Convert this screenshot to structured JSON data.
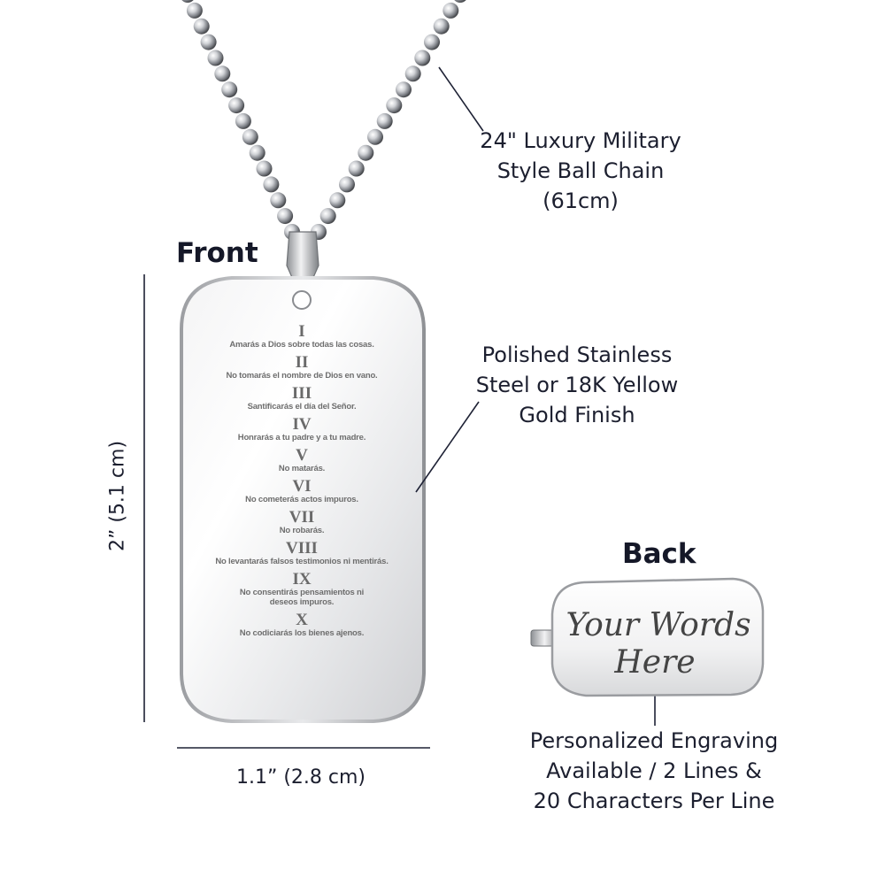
{
  "headings": {
    "front": "Front",
    "back": "Back"
  },
  "callouts": {
    "chain": [
      "24\" Luxury Military",
      "Style Ball Chain",
      "(61cm)"
    ],
    "finish": [
      "Polished Stainless",
      "Steel or 18K Yellow",
      "Gold Finish"
    ],
    "engraving": [
      "Personalized Engraving",
      "Available / 2 Lines &",
      "20 Characters Per Line"
    ]
  },
  "dimensions": {
    "height": "2” (5.1 cm)",
    "width": "1.1” (2.8 cm)"
  },
  "commandments": [
    {
      "numeral": "I",
      "text": [
        "Amarás a Dios sobre todas las cosas."
      ]
    },
    {
      "numeral": "II",
      "text": [
        "No tomarás el nombre de Dios en vano."
      ]
    },
    {
      "numeral": "III",
      "text": [
        "Santificarás el día del Señor."
      ]
    },
    {
      "numeral": "IV",
      "text": [
        "Honrarás a tu padre y a tu madre."
      ]
    },
    {
      "numeral": "V",
      "text": [
        "No matarás."
      ]
    },
    {
      "numeral": "VI",
      "text": [
        "No cometerás actos impuros."
      ]
    },
    {
      "numeral": "VII",
      "text": [
        "No robarás."
      ]
    },
    {
      "numeral": "VIII",
      "text": [
        "No levantarás falsos testimonios ni mentirás."
      ]
    },
    {
      "numeral": "IX",
      "text": [
        "No consentirás pensamientos ni",
        "deseos impuros."
      ]
    },
    {
      "numeral": "X",
      "text": [
        "No codiciarás los bienes ajenos."
      ]
    }
  ],
  "back_engraving": {
    "line1": "Your Words",
    "line2": "Here"
  },
  "colors": {
    "text": "#1c1f2f",
    "steel": "#d9dadc",
    "engraving": "#6e6e6e",
    "pointer_line": "#1e2235"
  }
}
